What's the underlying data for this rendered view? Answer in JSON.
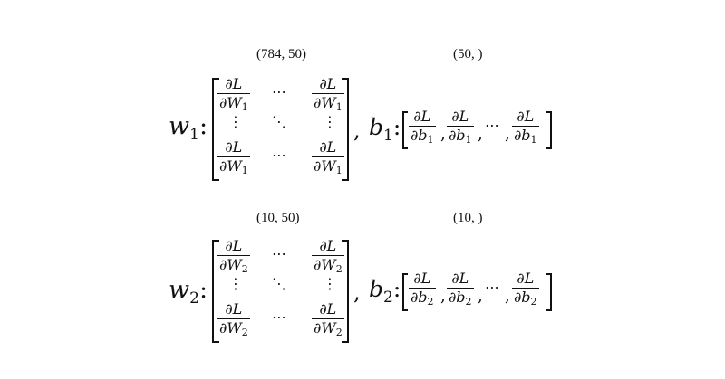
{
  "row1": {
    "weight_shape": "(784, 50)",
    "bias_shape": "(50, )",
    "weight_name": "w",
    "weight_index": "1",
    "colon": ":",
    "bias_name": "b",
    "bias_index": "1",
    "comma": ",",
    "frac_num": "∂L",
    "frac_den": "∂W",
    "frac_den_index": "1",
    "bias_frac_den": "∂b",
    "hdots": "⋯",
    "vdots": "⋮",
    "ddots": "⋱",
    "bias_sep": ","
  },
  "row2": {
    "weight_shape": "(10, 50)",
    "bias_shape": "(10, )",
    "weight_name": "w",
    "weight_index": "2",
    "colon": ":",
    "bias_name": "b",
    "bias_index": "2",
    "comma": ",",
    "frac_num": "∂L",
    "frac_den": "∂W",
    "frac_den_index": "2",
    "bias_frac_den": "∂b",
    "hdots": "⋯",
    "vdots": "⋮",
    "ddots": "⋱",
    "bias_sep": ","
  }
}
